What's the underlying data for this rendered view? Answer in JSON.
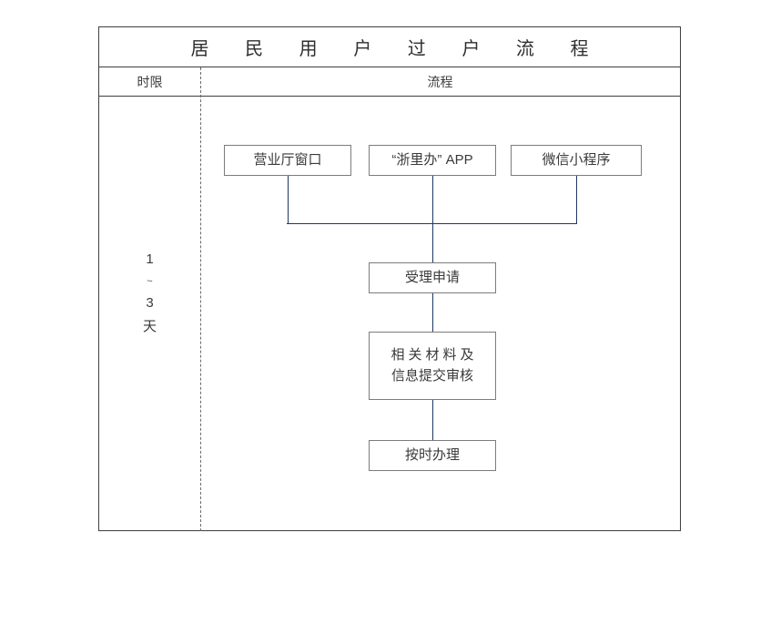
{
  "table": {
    "title": "居 民 用 户 过 户 流 程",
    "columns": {
      "limit_header": "时限",
      "flow_header": "流程"
    },
    "duration": {
      "from": "1",
      "separator": "~",
      "to": "3",
      "unit": "天"
    }
  },
  "flow": {
    "entry_nodes": [
      {
        "id": "hall",
        "label": "营业厅窗口"
      },
      {
        "id": "zlb",
        "label": "“浙里办” APP"
      },
      {
        "id": "wechat",
        "label": "微信小程序"
      }
    ],
    "steps": [
      {
        "id": "accept",
        "label": "受理申请"
      },
      {
        "id": "materials",
        "line1": "相关材料及",
        "line2": "信息提交审核"
      },
      {
        "id": "ontime",
        "label": "按时办理"
      }
    ]
  },
  "colors": {
    "frame_border": "#3f3f3f",
    "node_border": "#7c7c7c",
    "connector": "#1f3864",
    "text": "#3a3a3a",
    "divider": "#6b6b6b",
    "background": "#ffffff"
  }
}
